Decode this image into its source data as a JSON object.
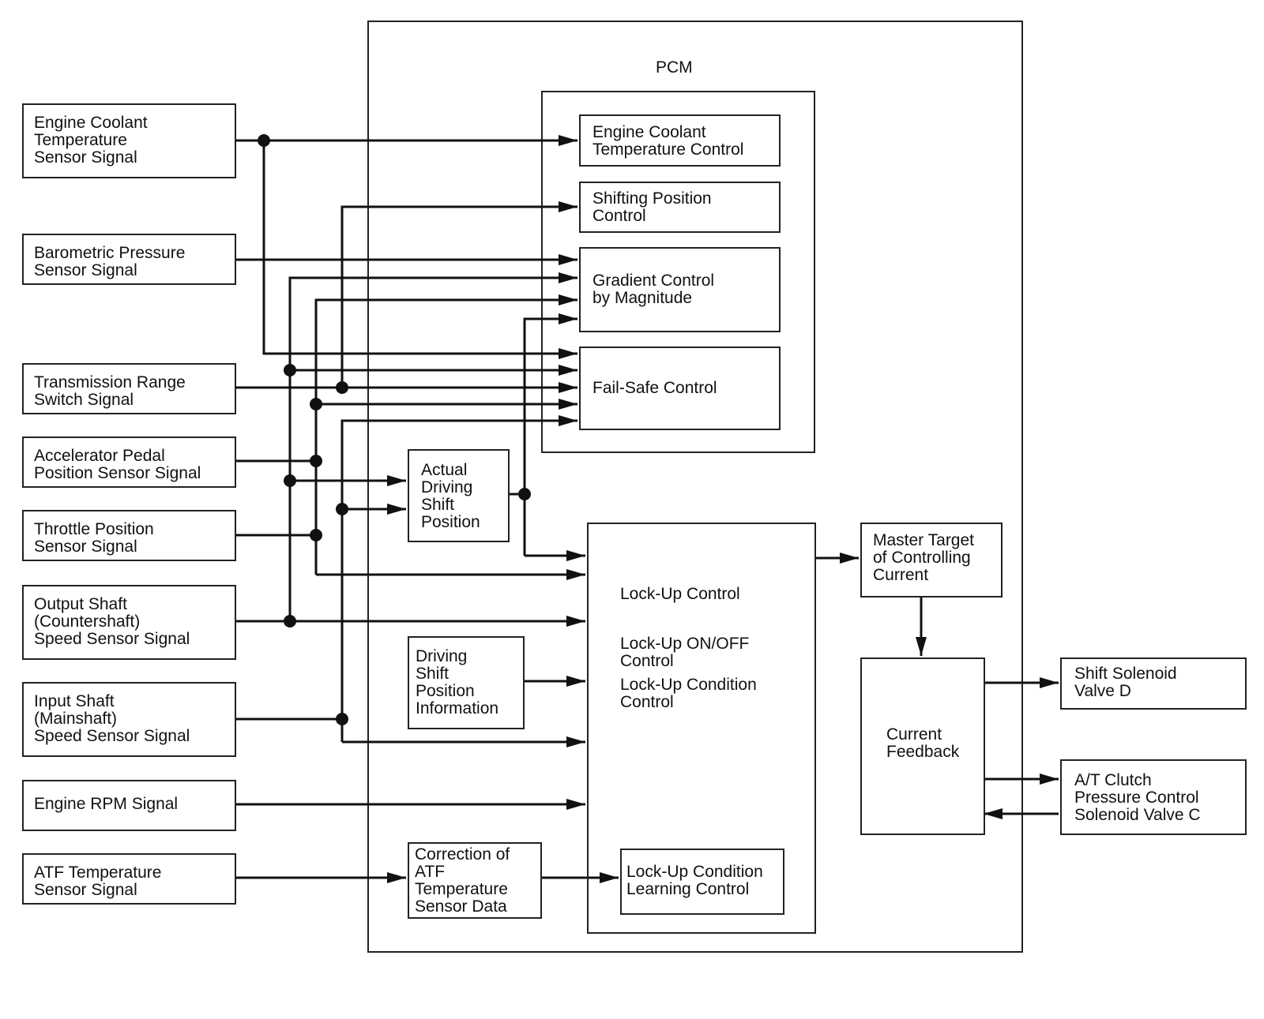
{
  "diagram": {
    "pcm_label": "PCM",
    "inputs": {
      "ect": "Engine Coolant\nTemperature\nSensor Signal",
      "baro": "Barometric Pressure\nSensor Signal",
      "trs": "Transmission Range\nSwitch Signal",
      "app": "Accelerator Pedal\nPosition Sensor Signal",
      "tps": "Throttle Position\nSensor Signal",
      "oss": "Output Shaft\n(Countershaft)\nSpeed Sensor Signal",
      "iss": "Input Shaft\n(Mainshaft)\nSpeed Sensor Signal",
      "rpm": "Engine RPM Signal",
      "atf": "ATF Temperature\nSensor Signal"
    },
    "internal": {
      "ect_control": "Engine Coolant\nTemperature Control",
      "shift_position_control": "Shifting Position\nControl",
      "gradient_control": "Gradient Control\nby Magnitude",
      "fail_safe": "Fail-Safe Control",
      "actual_driving_shift": "Actual\nDriving\nShift\nPosition",
      "driving_shift_info": "Driving\nShift\nPosition\nInformation",
      "lockup_control": "Lock-Up Control",
      "lockup_onoff": "Lock-Up ON/OFF\nControl",
      "lockup_condition": "Lock-Up Condition\nControl",
      "lockup_learning": "Lock-Up Condition\nLearning Control",
      "atf_correction": "Correction of\nATF\nTemperature\nSensor Data",
      "master_target": "Master Target\nof Controlling\nCurrent",
      "current_feedback": "Current\nFeedback"
    },
    "outputs": {
      "shift_solenoid_d": "Shift Solenoid\nValve D",
      "clutch_solenoid_c": "A/T Clutch\nPressure Control\nSolenoid Valve C"
    }
  }
}
